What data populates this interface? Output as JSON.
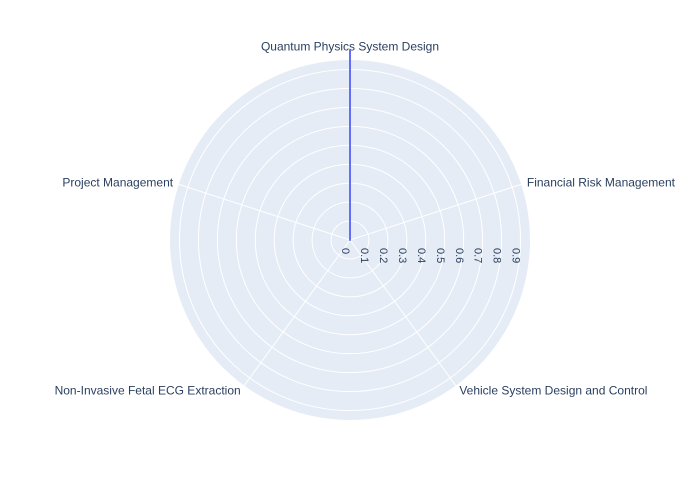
{
  "chart_data": {
    "type": "radar",
    "categories": [
      "Quantum Physics System Design",
      "Financial Risk Management",
      "Vehicle System Design and Control",
      "Non-Invasive Fetal ECG Extraction",
      "Project Management"
    ],
    "series": [
      {
        "values": [
          1.0,
          0.0,
          0.0,
          0.0,
          0.0
        ],
        "color": "#636efa"
      }
    ],
    "radial_range": [
      0,
      0.95
    ],
    "radial_ticks": [
      "0",
      "0.1",
      "0.2",
      "0.3",
      "0.4",
      "0.5",
      "0.6",
      "0.7",
      "0.8",
      "0.9"
    ],
    "grid": true,
    "background_color": "#e5ecf6",
    "grid_color": "#ffffff"
  }
}
